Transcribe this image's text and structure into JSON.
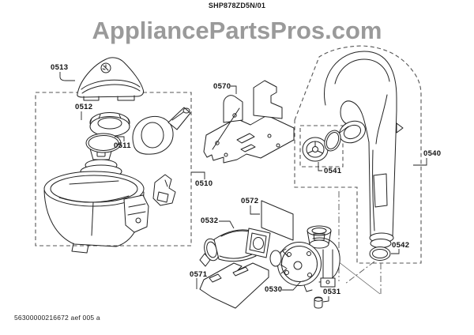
{
  "header": {
    "model": "SHP878ZD5N/01",
    "watermark": "AppliancePartsPros.com"
  },
  "diagram": {
    "labels": {
      "p0510": "0510",
      "p0511": "0511",
      "p0512": "0512",
      "p0513": "0513",
      "p0530": "0530",
      "p0531": "0531",
      "p0532": "0532",
      "p0540": "0540",
      "p0541": "0541",
      "p0542": "0542",
      "p0570": "0570",
      "p0571": "0571",
      "p0572": "0572"
    },
    "colors": {
      "line": "#222222",
      "dashed_border": "#555555",
      "watermark": "#9a9a9a",
      "background": "#ffffff"
    }
  },
  "footer": {
    "doc_code": "56300000216672 aef 005 a"
  }
}
